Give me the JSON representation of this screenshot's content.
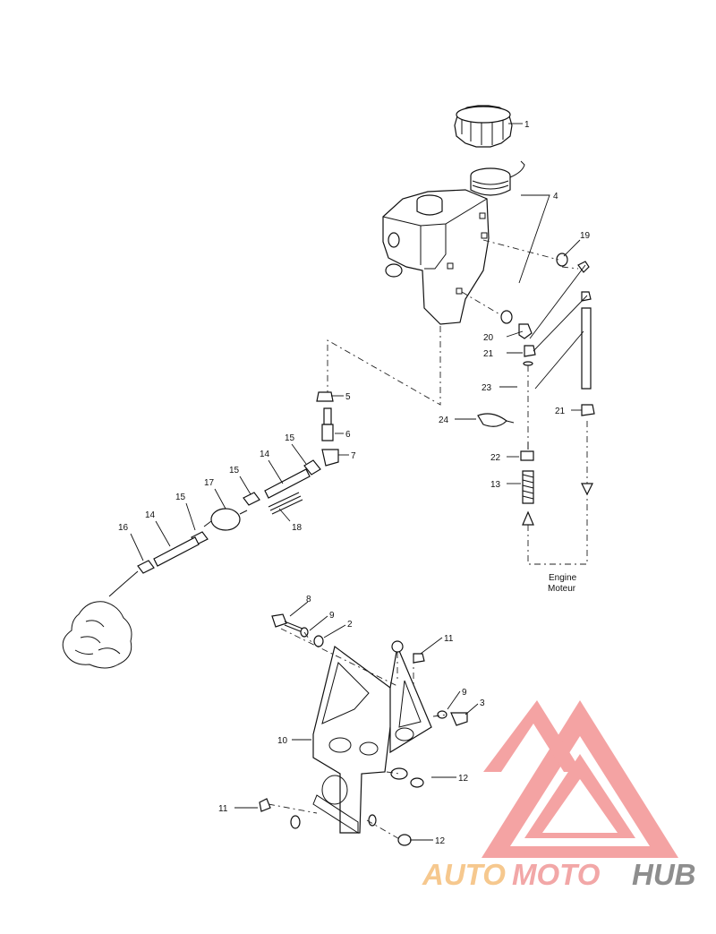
{
  "callouts": [
    {
      "id": "c1",
      "label": "1"
    },
    {
      "id": "c4",
      "label": "4"
    },
    {
      "id": "c19",
      "label": "19"
    },
    {
      "id": "c20",
      "label": "20"
    },
    {
      "id": "c21a",
      "label": "21"
    },
    {
      "id": "c23",
      "label": "23"
    },
    {
      "id": "c21b",
      "label": "21"
    },
    {
      "id": "c5",
      "label": "5"
    },
    {
      "id": "c6",
      "label": "6"
    },
    {
      "id": "c7",
      "label": "7"
    },
    {
      "id": "c24",
      "label": "24"
    },
    {
      "id": "c22",
      "label": "22"
    },
    {
      "id": "c13",
      "label": "13"
    },
    {
      "id": "c15a",
      "label": "15"
    },
    {
      "id": "c14a",
      "label": "14"
    },
    {
      "id": "c15b",
      "label": "15"
    },
    {
      "id": "c17",
      "label": "17"
    },
    {
      "id": "c15c",
      "label": "15"
    },
    {
      "id": "c18",
      "label": "18"
    },
    {
      "id": "c14b",
      "label": "14"
    },
    {
      "id": "c16",
      "label": "16"
    },
    {
      "id": "c8",
      "label": "8"
    },
    {
      "id": "c9a",
      "label": "9"
    },
    {
      "id": "c2",
      "label": "2"
    },
    {
      "id": "c11a",
      "label": "11"
    },
    {
      "id": "c9b",
      "label": "9"
    },
    {
      "id": "c3",
      "label": "3"
    },
    {
      "id": "c10",
      "label": "10"
    },
    {
      "id": "c12a",
      "label": "12"
    },
    {
      "id": "c11b",
      "label": "11"
    },
    {
      "id": "c12b",
      "label": "12"
    }
  ],
  "engine_label": {
    "line1": "Engine",
    "line2": "Moteur"
  },
  "watermark": {
    "part1": "AUTO",
    "part2": "MOTO",
    "part3": "HUB"
  },
  "colors": {
    "logo_red": "#f4a3a3",
    "logo_orange": "#f6c88e",
    "logo_pink": "#f2a7a7",
    "logo_gray": "#8e8e8e"
  }
}
